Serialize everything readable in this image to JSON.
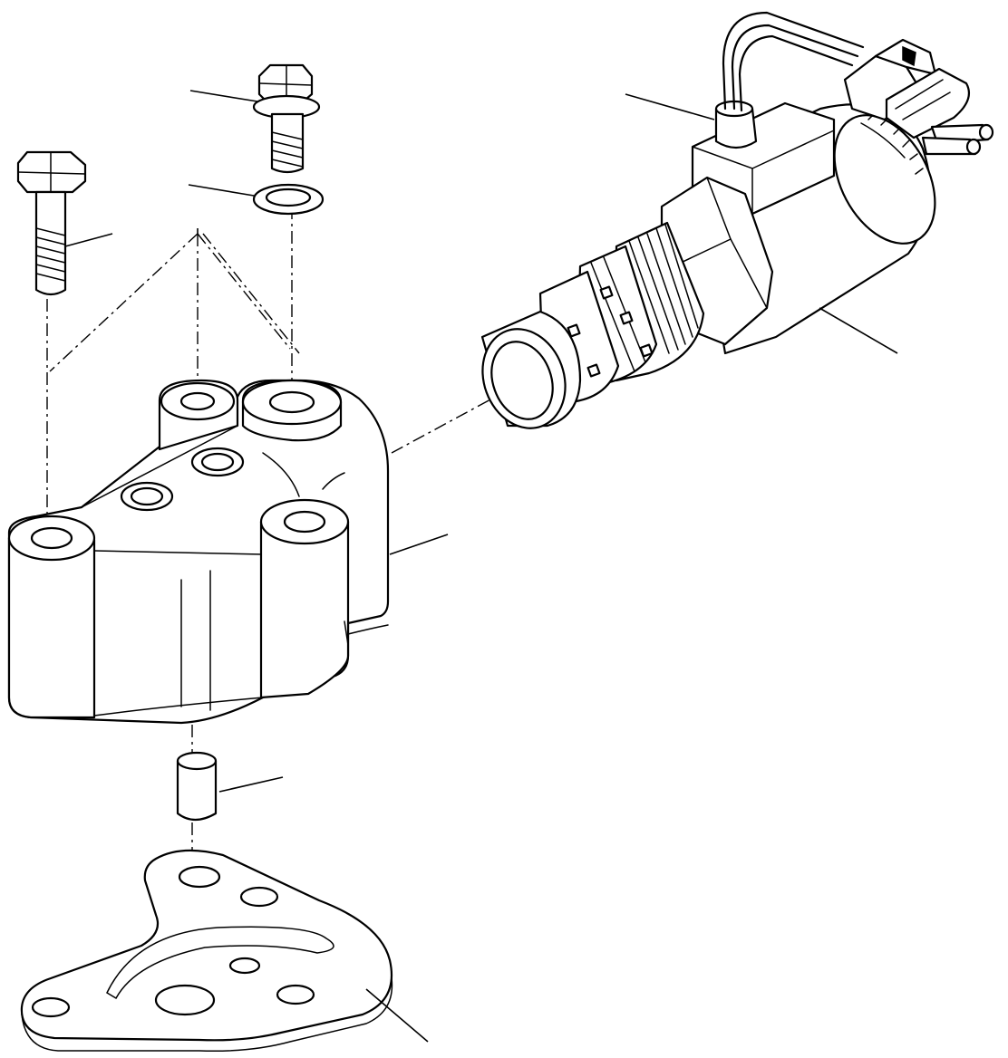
{
  "diagram": {
    "type": "exploded-parts-drawing",
    "parts": [
      {
        "id": "long-bolt",
        "icon": "hex-bolt"
      },
      {
        "id": "flange-bolt",
        "icon": "hex-flange-bolt"
      },
      {
        "id": "washer",
        "icon": "washer"
      },
      {
        "id": "valve-body",
        "icon": "valve-body"
      },
      {
        "id": "dowel-pin",
        "icon": "pin"
      },
      {
        "id": "gasket",
        "icon": "gasket"
      },
      {
        "id": "solenoid-valve",
        "icon": "solenoid"
      },
      {
        "id": "wire-connector",
        "icon": "connector"
      }
    ],
    "labels": []
  },
  "colors": {
    "line": "#000000",
    "background": "#ffffff"
  }
}
